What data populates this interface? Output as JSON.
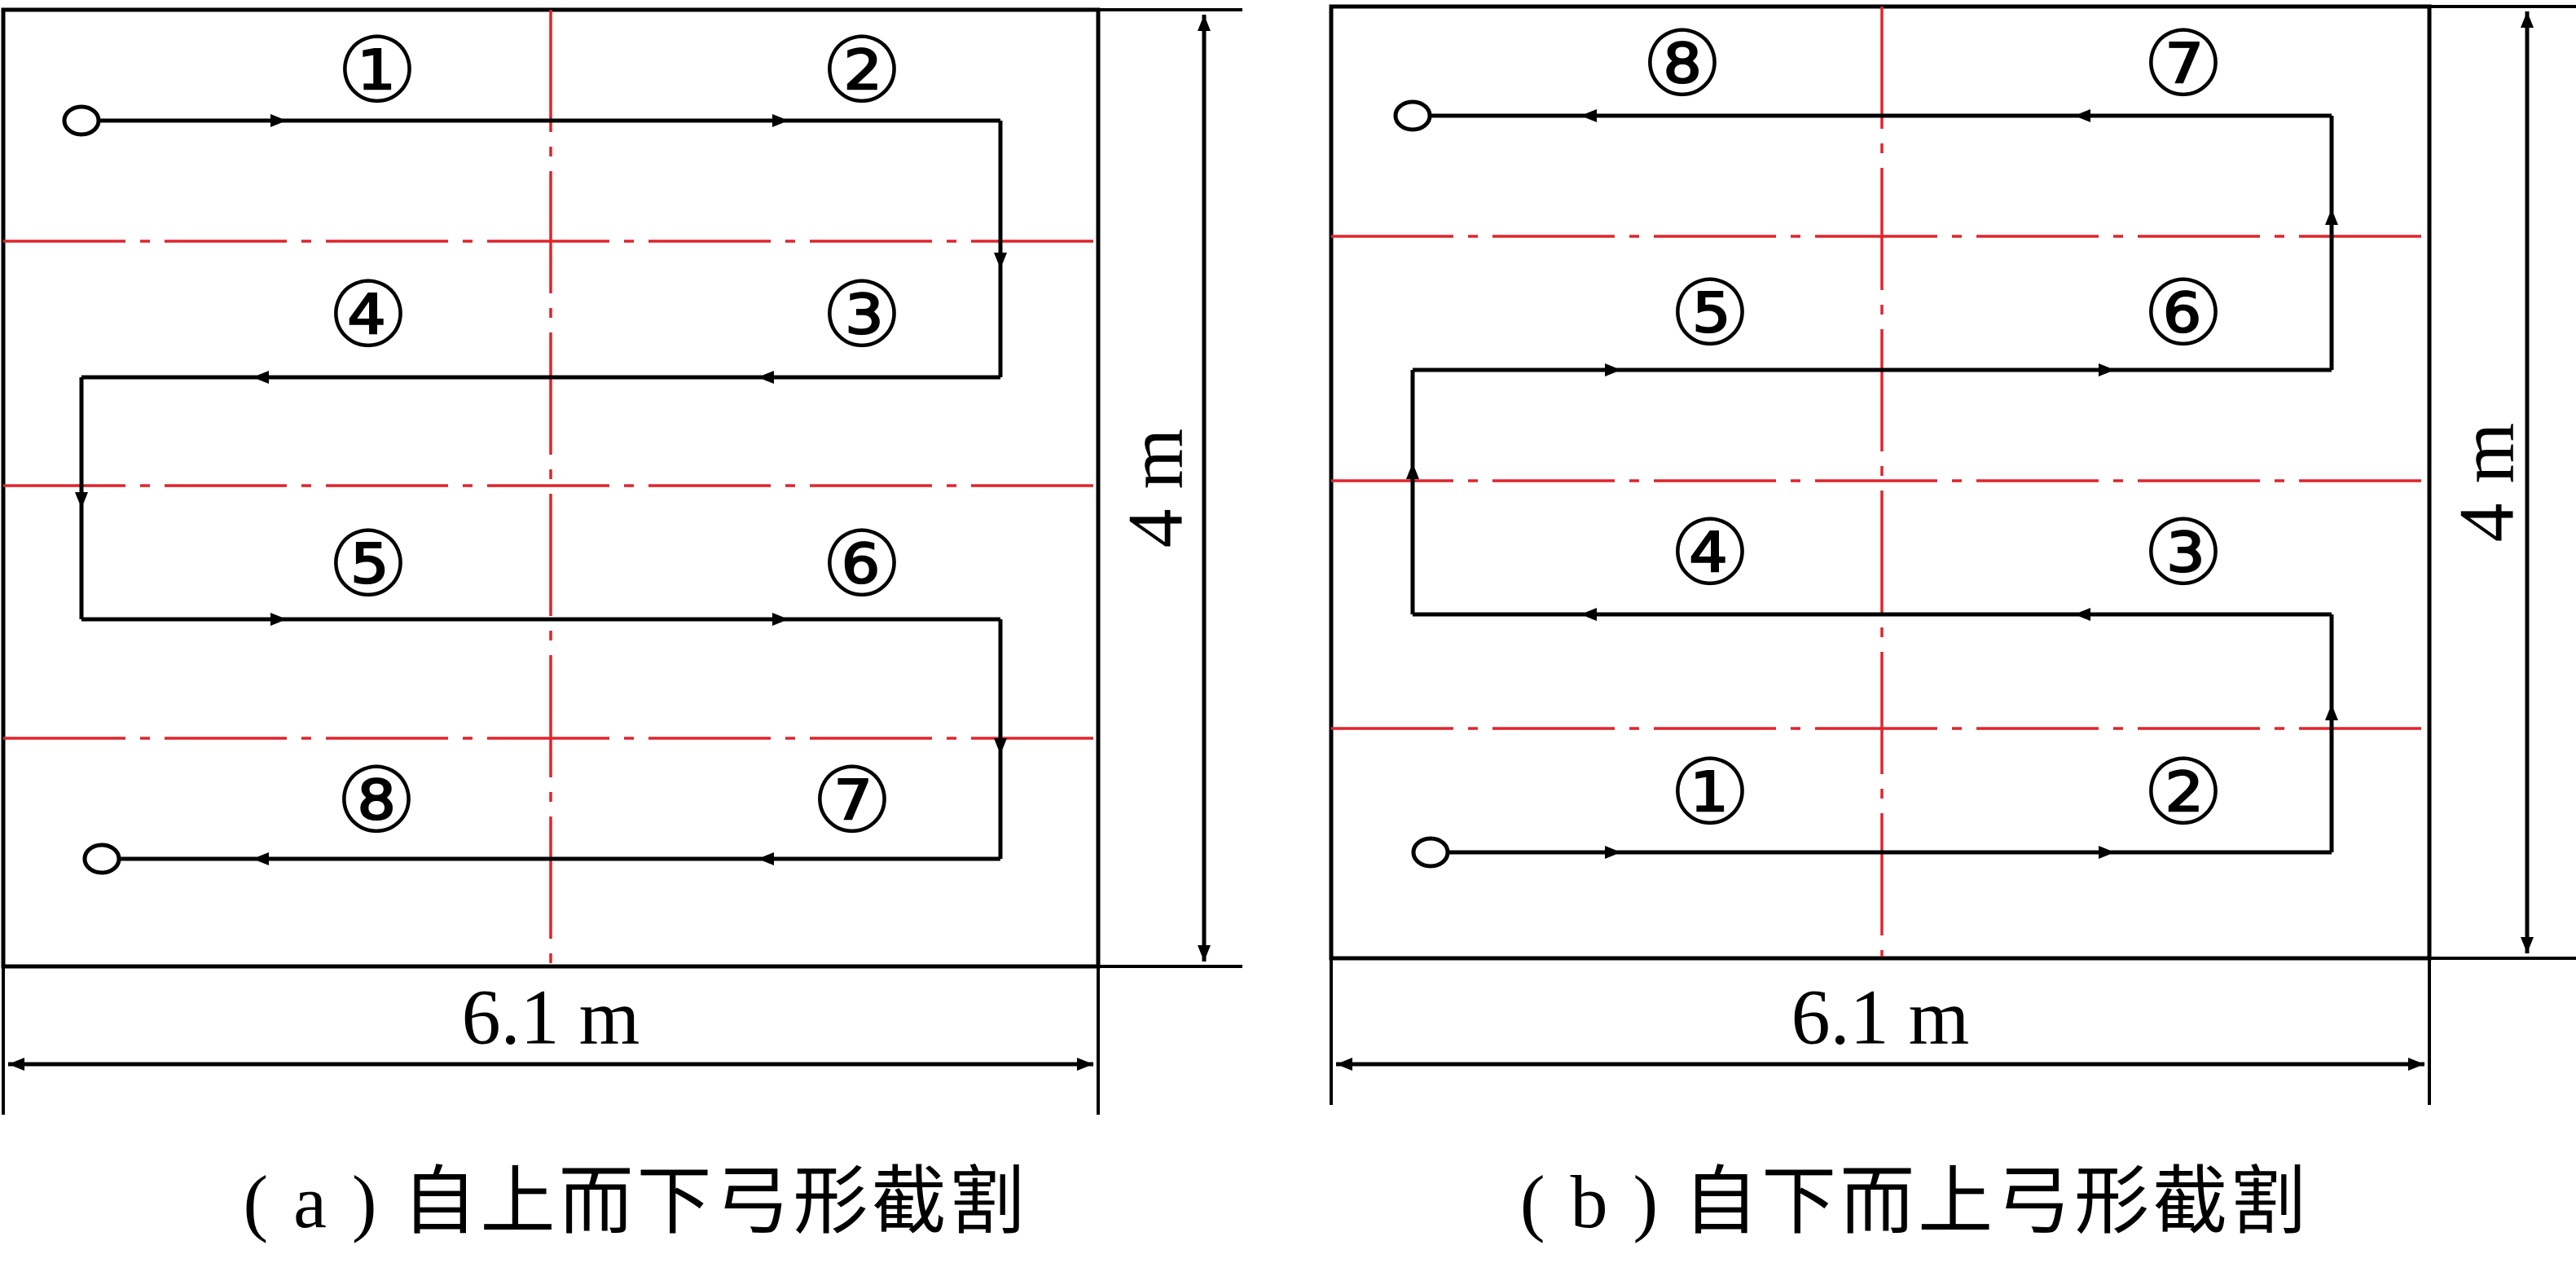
{
  "colors": {
    "line": "#000000",
    "grid": "#e0242b"
  },
  "panels": [
    {
      "id": "a",
      "caption": "( a ) 自上而下弓形截割",
      "width_label": "6.1 m",
      "height_label": "4 m",
      "segments": [
        "①",
        "②",
        "③",
        "④",
        "⑤",
        "⑥",
        "⑦",
        "⑧"
      ],
      "direction": "top-down"
    },
    {
      "id": "b",
      "caption": "( b ) 自下而上弓形截割",
      "width_label": "6.1 m",
      "height_label": "4 m",
      "segments": [
        "①",
        "②",
        "③",
        "④",
        "⑤",
        "⑥",
        "⑦",
        "⑧"
      ],
      "direction": "bottom-up"
    }
  ]
}
